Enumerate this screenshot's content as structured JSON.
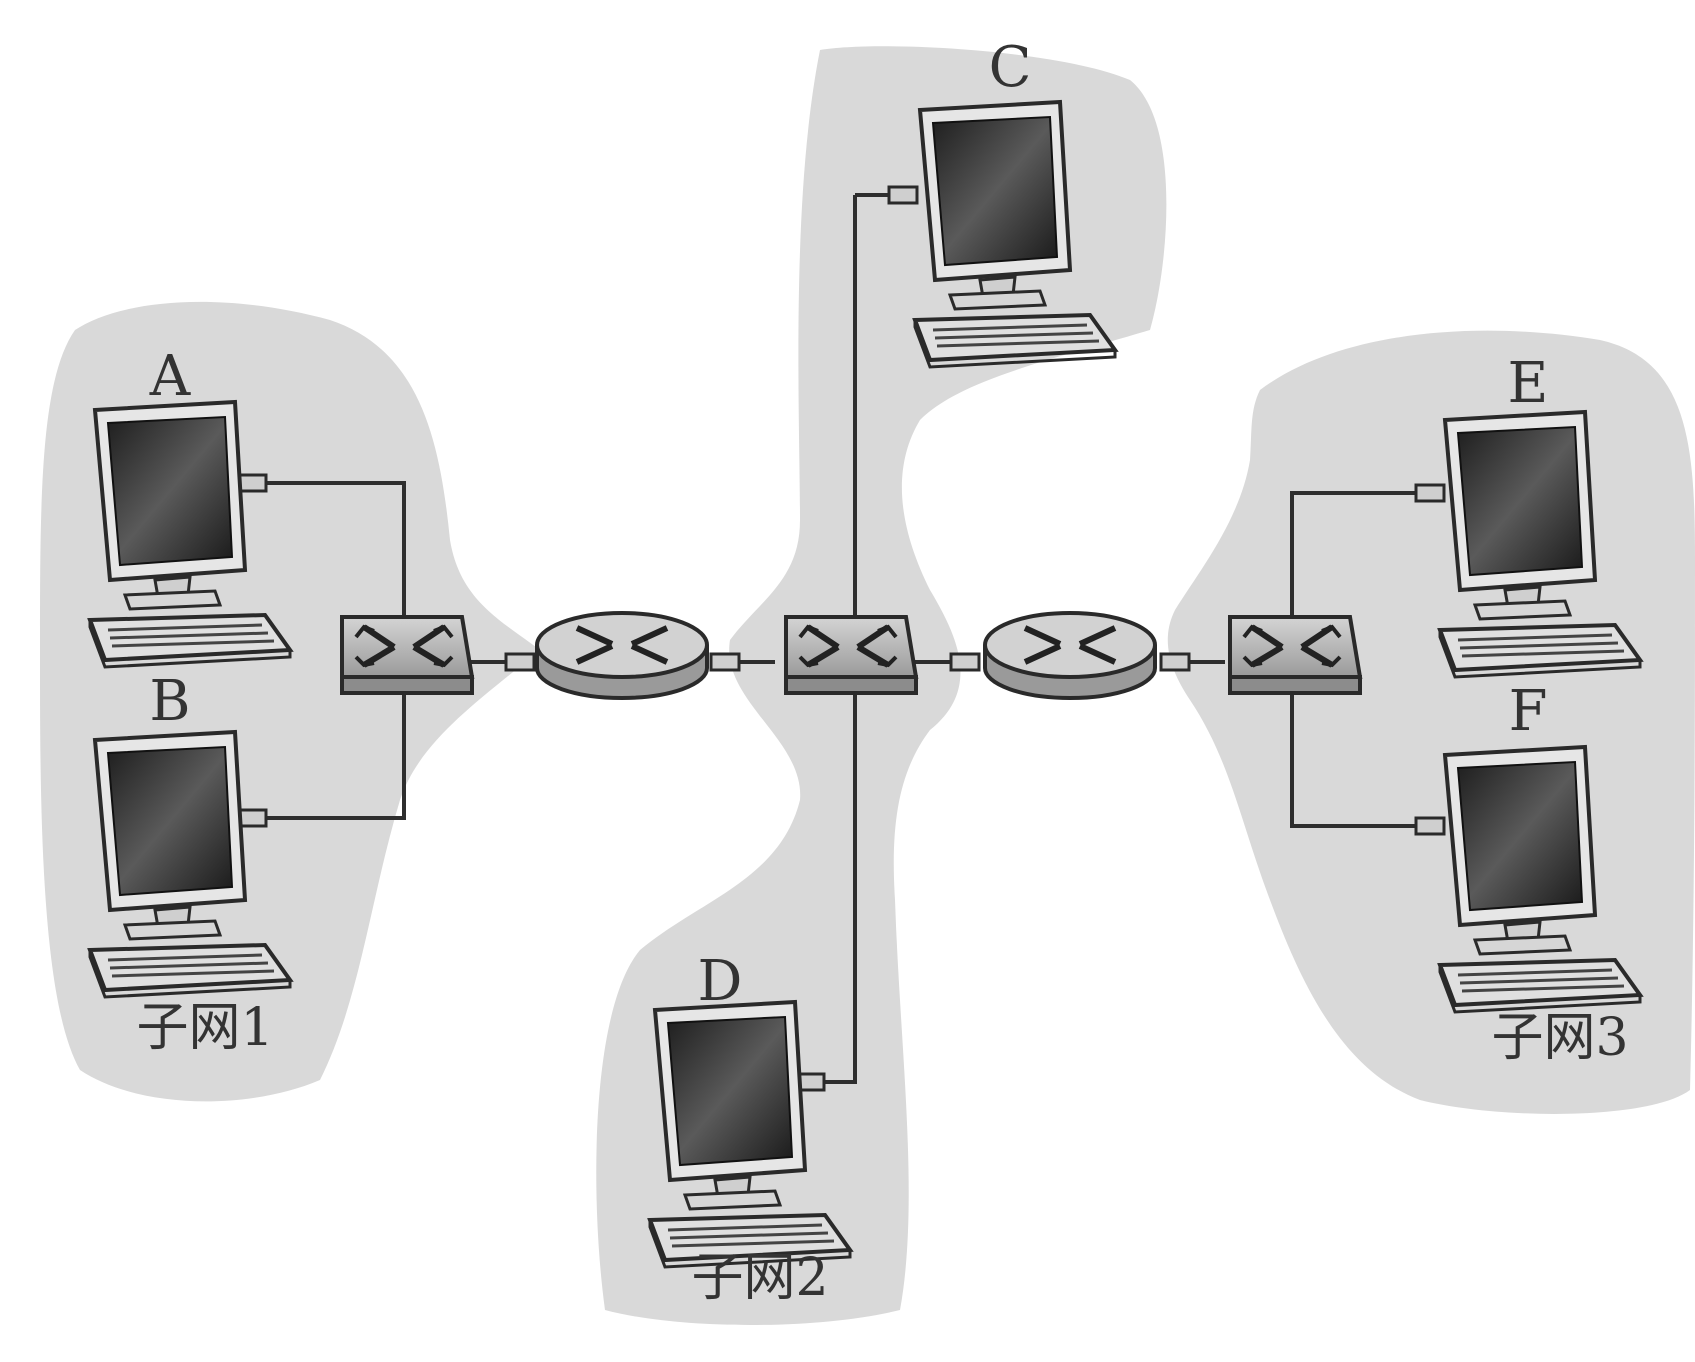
{
  "hosts": [
    {
      "id": "A",
      "label": "A"
    },
    {
      "id": "B",
      "label": "B"
    },
    {
      "id": "C",
      "label": "C"
    },
    {
      "id": "D",
      "label": "D"
    },
    {
      "id": "E",
      "label": "E"
    },
    {
      "id": "F",
      "label": "F"
    }
  ],
  "subnets": [
    {
      "id": "subnet1",
      "label": "子网1"
    },
    {
      "id": "subnet2",
      "label": "子网2"
    },
    {
      "id": "subnet3",
      "label": "子网3"
    }
  ],
  "switches": [
    "switch-subnet1",
    "switch-subnet2",
    "switch-subnet3"
  ],
  "routers": [
    "router-1-2",
    "router-2-3"
  ],
  "colors": {
    "subnet_fill": "#d9d9d9",
    "wire": "#2e2e2e"
  }
}
